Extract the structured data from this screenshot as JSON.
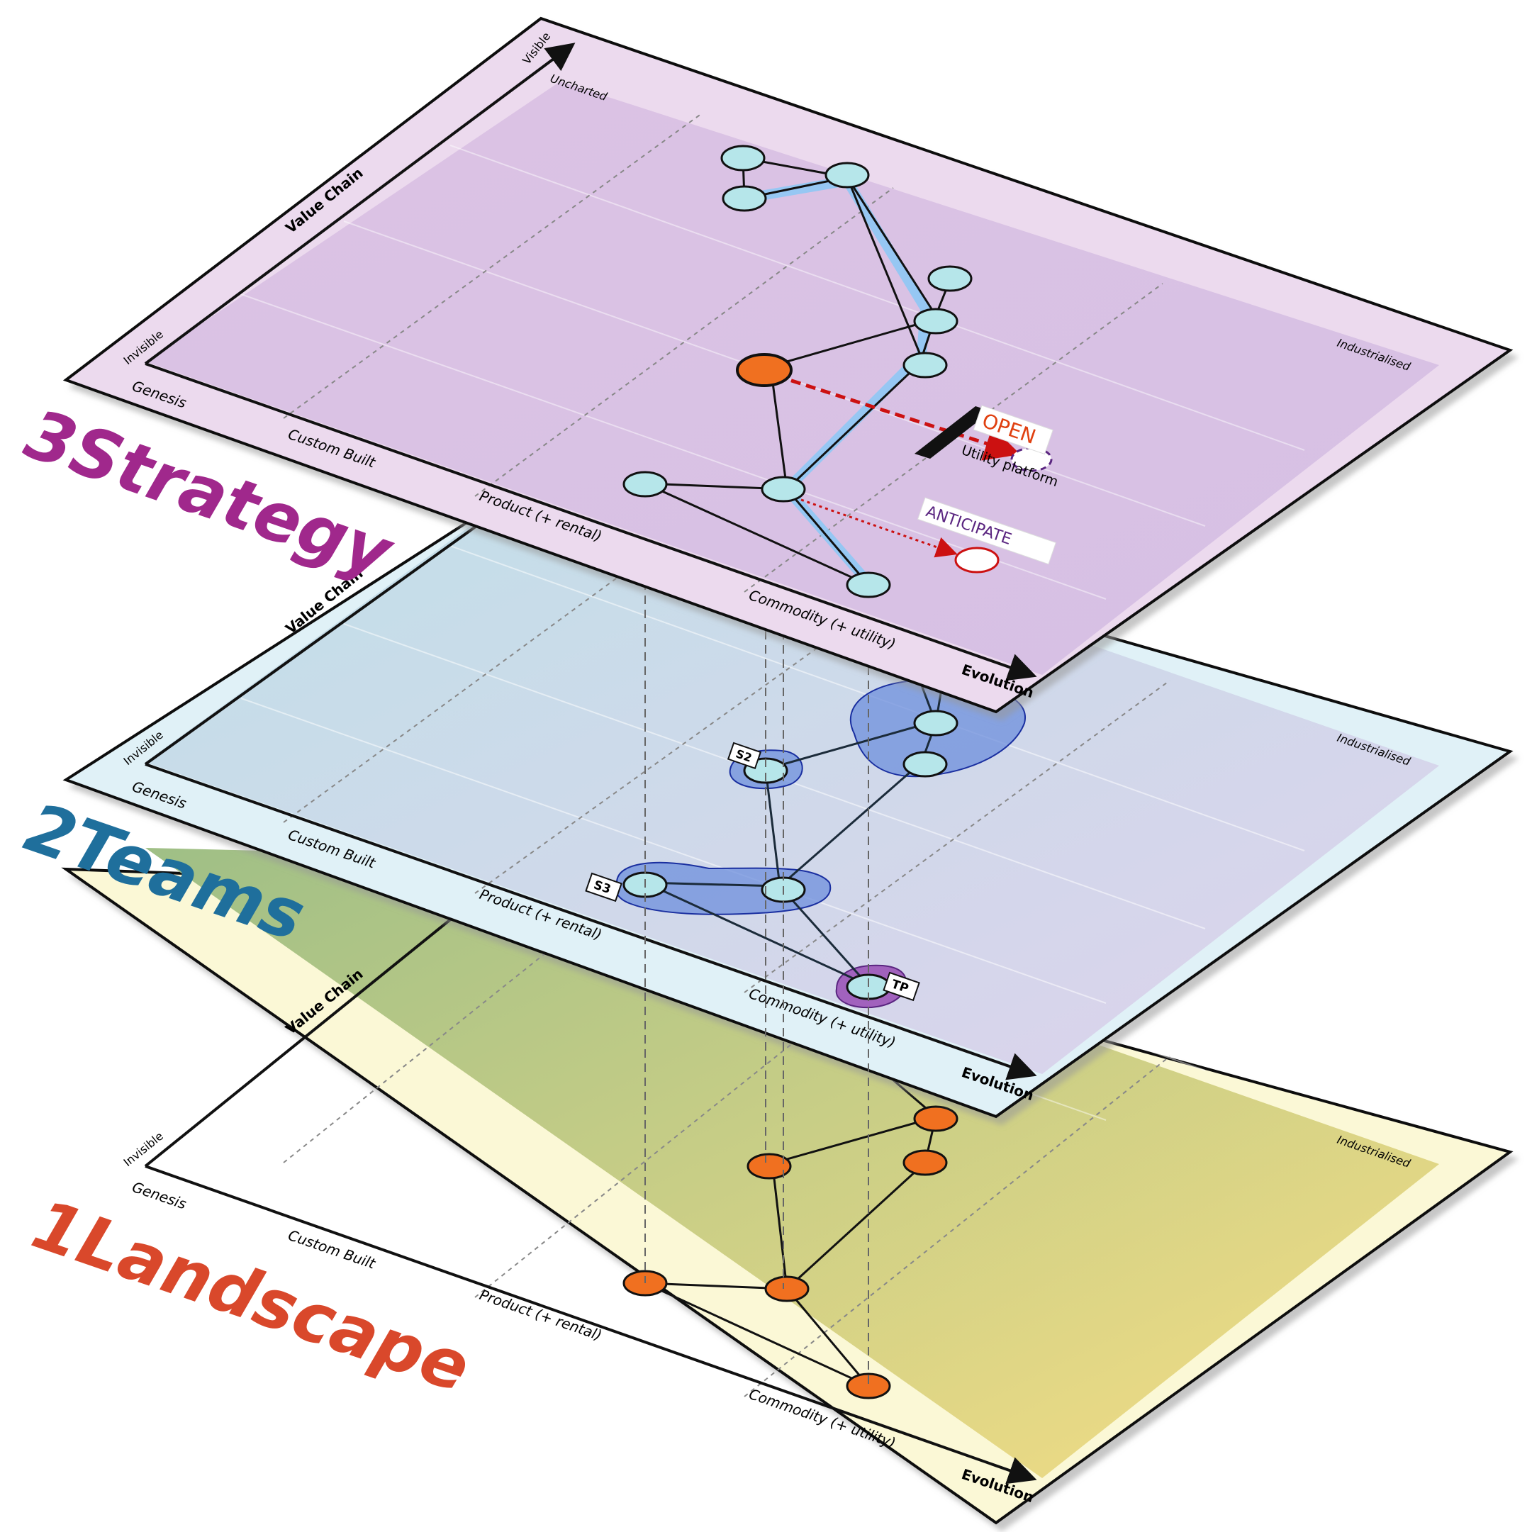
{
  "layers": [
    {
      "id": "landscape",
      "title": "1Landscape",
      "title_color": "#d9482b",
      "frame_fill": "#fbf8d6",
      "map_fill_start": "#9fbf86",
      "map_fill_end": "#f6de85",
      "node_fill": "#f07020"
    },
    {
      "id": "teams",
      "title": "2Teams",
      "title_color": "#1f6f9c",
      "frame_fill": "#e0f1f7",
      "map_fill_start": "#c0e0e8",
      "map_fill_end": "#ddd2ec",
      "node_fill": "#b6e6ea"
    },
    {
      "id": "strategy",
      "title": "3Strategy",
      "title_color": "#a0288c",
      "frame_fill": "#ecdaee",
      "map_fill_start": "#dcc3e4",
      "map_fill_end": "#d6c0e4",
      "node_fill": "#b6e6ea"
    }
  ],
  "map_labels": {
    "value_chain": "Value Chain",
    "visible": "Visible",
    "invisible": "Invisible",
    "evolution": "Evolution",
    "uncharted": "Uncharted",
    "industrialised": "Industrialised",
    "stages": [
      "Genesis",
      "Custom Built",
      "Product (+ rental)",
      "Commodity (+ utility)"
    ]
  },
  "teams_labels": {
    "s2": "S2",
    "s3": "S3",
    "tp": "TP"
  },
  "strategy_labels": {
    "open": "OPEN",
    "anticipate": "ANTICIPATE",
    "utility_platform": "Utility platform"
  },
  "colors": {
    "open_red": "#cc1111",
    "anticipate_purple": "#5a2580",
    "path_highlight": "#8ec8f4",
    "team_blob": "#6e8fdc",
    "tp_blob": "#9b55b8"
  }
}
